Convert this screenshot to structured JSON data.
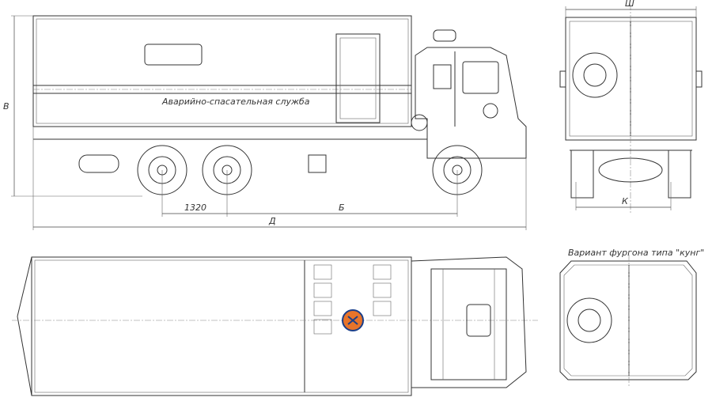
{
  "side_view": {
    "body_label": "Аварийно-спасательная служба",
    "dims": {
      "axle_spacing": "1320",
      "wheelbase": "Б",
      "length": "Д",
      "height": "В"
    }
  },
  "rear_view": {
    "dims": {
      "width": "Ш",
      "track": "К"
    }
  },
  "kung_variant": {
    "title": "Вариант фургона типа \"кунг\""
  }
}
